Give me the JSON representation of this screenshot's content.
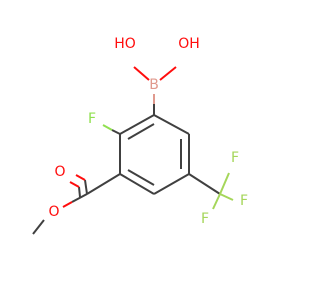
{
  "molecule": {
    "atoms": {
      "hydroxyl_left": {
        "label": "HO",
        "color": "#ff0d0d"
      },
      "hydroxyl_right": {
        "label": "OH",
        "color": "#ff0d0d"
      },
      "boron": {
        "label": "B",
        "color": "#e09a8e"
      },
      "fluoro_ring": {
        "label": "F",
        "color": "#90e050"
      },
      "carbonyl_oxygen": {
        "label": "O",
        "color": "#ff0d0d"
      },
      "ester_oxygen": {
        "label": "O",
        "color": "#ff0d0d"
      },
      "cf3_f_top": {
        "label": "F",
        "color": "#a5d65a"
      },
      "cf3_f_right": {
        "label": "F",
        "color": "#a5d65a"
      },
      "cf3_f_bottom": {
        "label": "F",
        "color": "#a5d65a"
      }
    },
    "colors": {
      "carbon_bond": "#404040",
      "boron": "#e09a8e",
      "oxygen": "#ff0d0d",
      "fluorine_ring": "#90e050",
      "fluorine_cf3": "#a5d65a"
    }
  }
}
